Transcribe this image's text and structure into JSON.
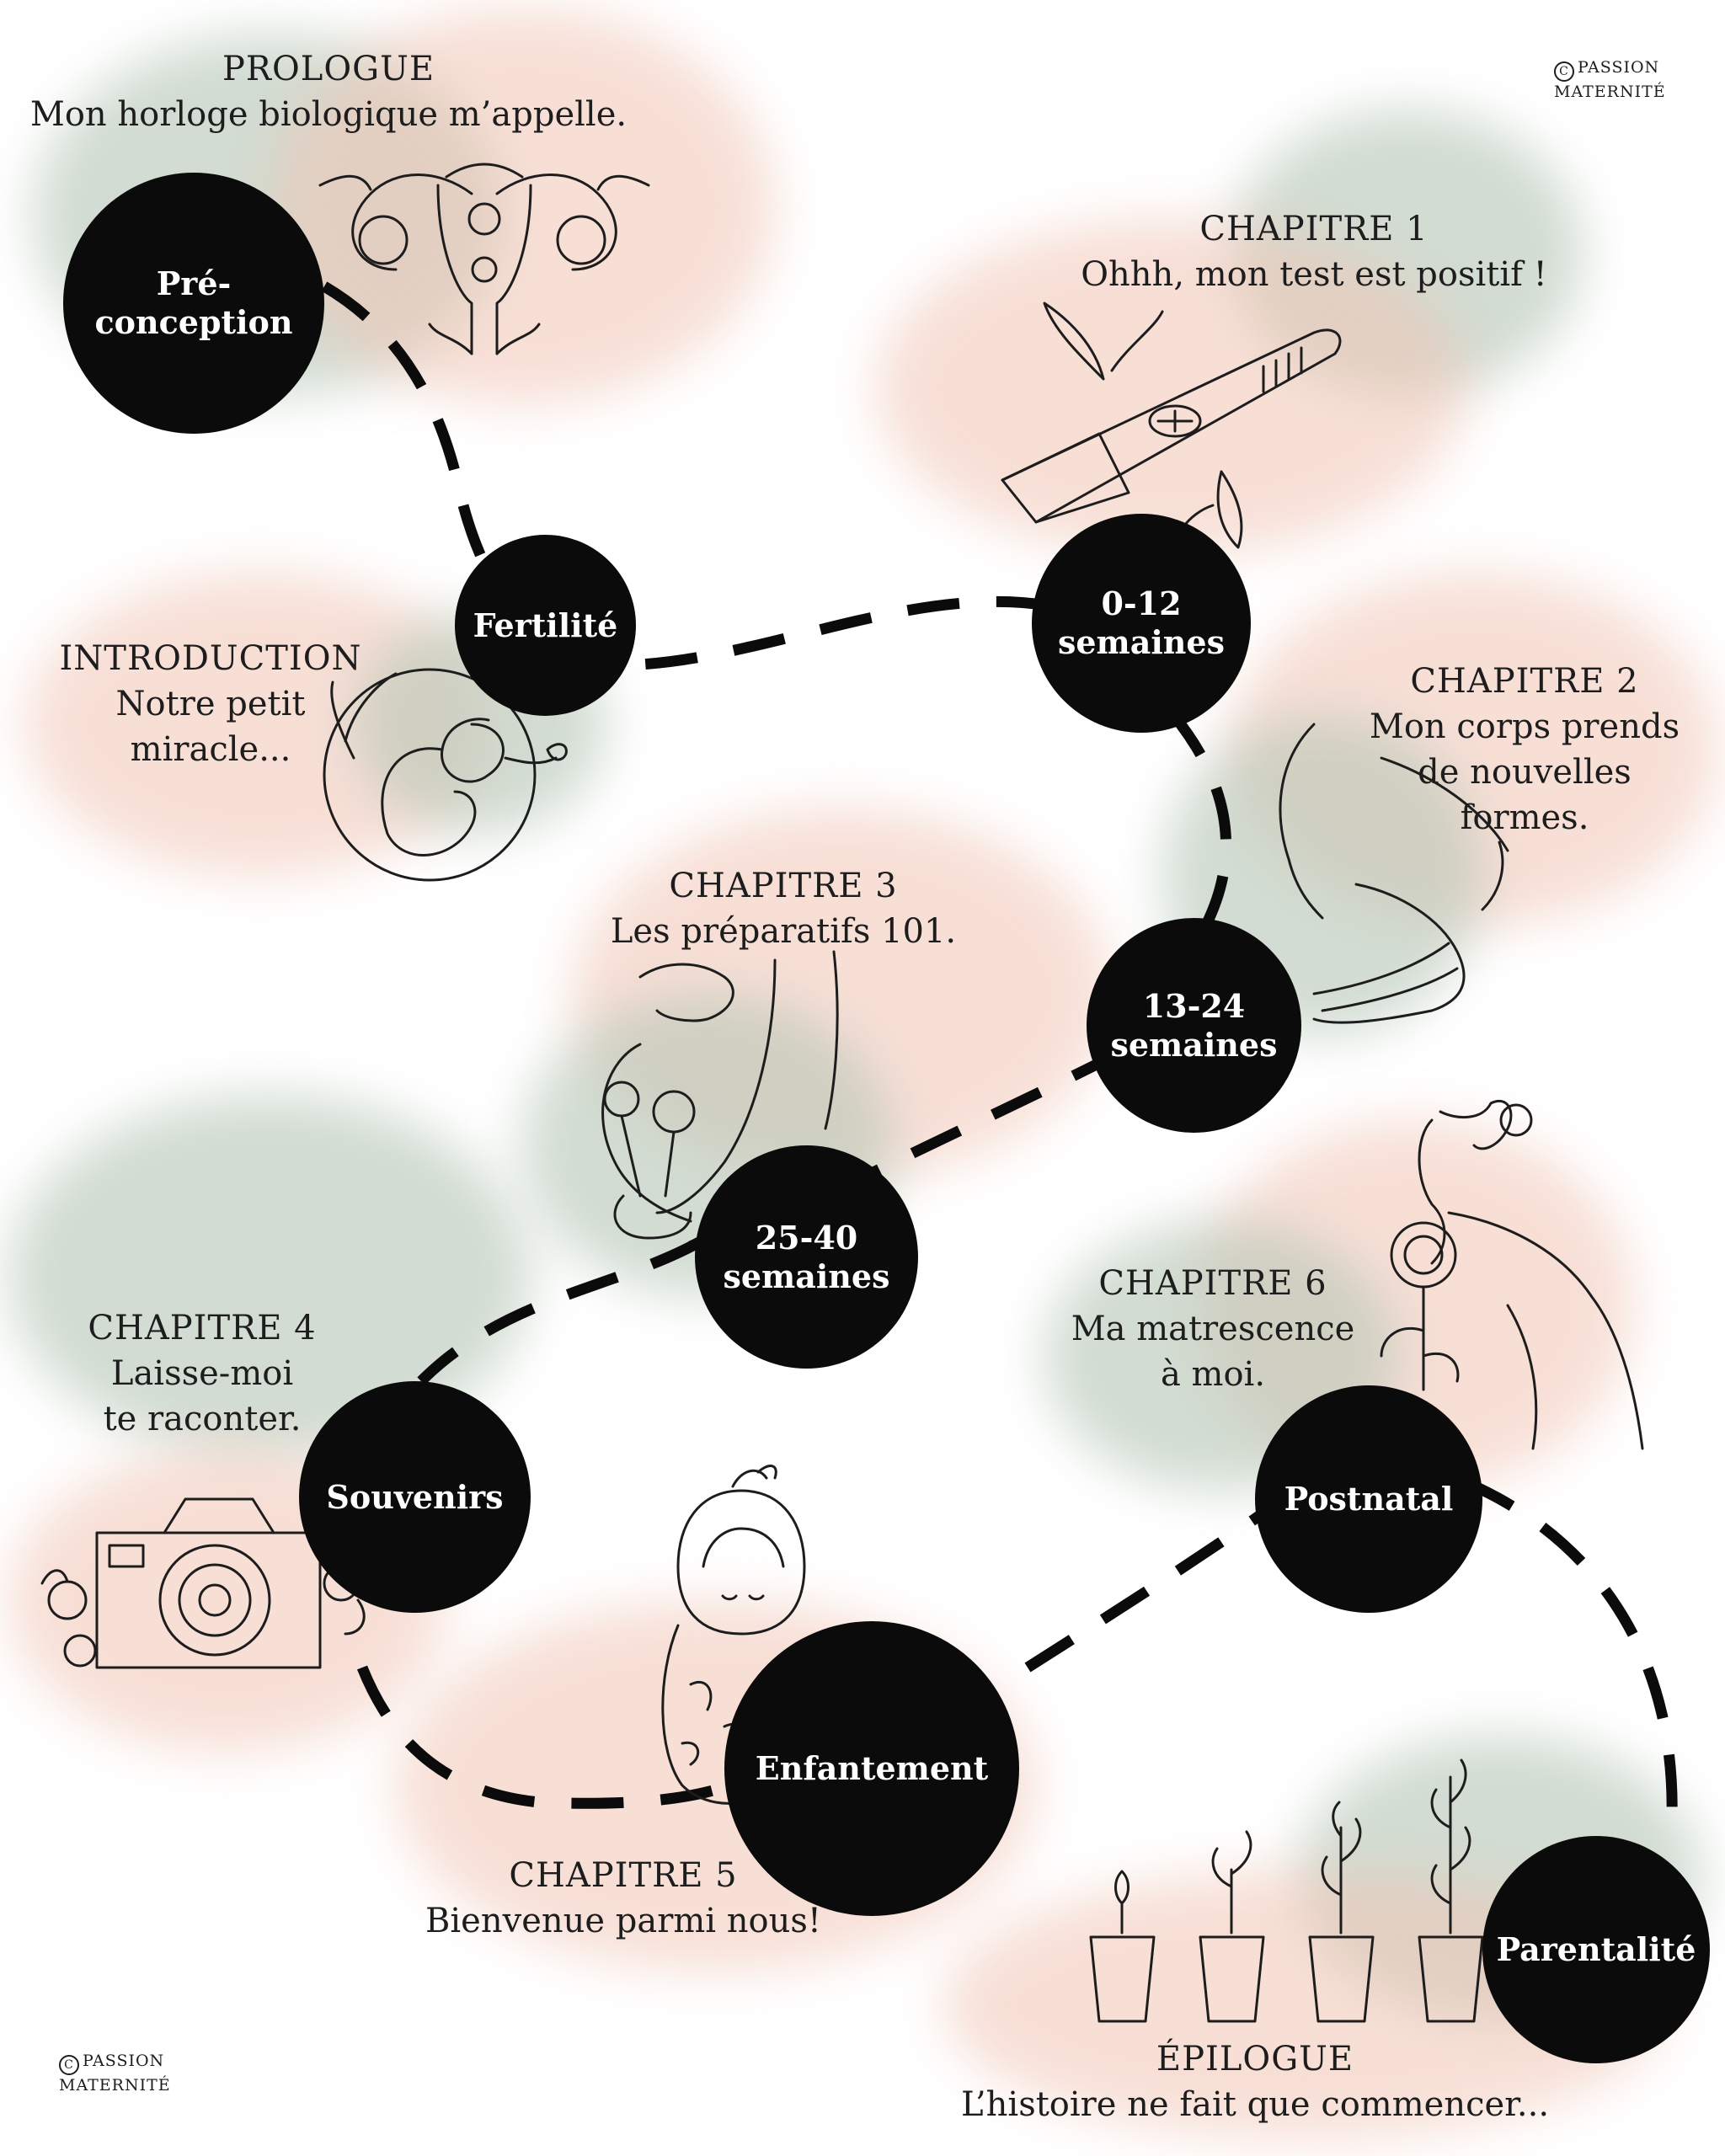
{
  "brand": {
    "symbol": "C",
    "line1": "PASSION",
    "line2": "MATERNITÉ"
  },
  "nodes": [
    {
      "label": "Pré-\nconception"
    },
    {
      "label": "Fertilité"
    },
    {
      "label": "0-12\nsemaines"
    },
    {
      "label": "13-24\nsemaines"
    },
    {
      "label": "25-40\nsemaines"
    },
    {
      "label": "Souvenirs"
    },
    {
      "label": "Enfantement"
    },
    {
      "label": "Postnatal"
    },
    {
      "label": "Parentalité"
    }
  ],
  "chapters": [
    {
      "heading": "PROLOGUE",
      "text": "Mon horloge biologique m’appelle."
    },
    {
      "heading": "INTRODUCTION",
      "text": "Notre petit\nmiracle..."
    },
    {
      "heading": "CHAPITRE 1",
      "text": "Ohhh, mon test est positif !"
    },
    {
      "heading": "CHAPITRE 2",
      "text": "Mon corps prends\nde nouvelles\nformes."
    },
    {
      "heading": "CHAPITRE 3",
      "text": "Les préparatifs 101."
    },
    {
      "heading": "CHAPITRE 4",
      "text": "Laisse-moi\nte raconter."
    },
    {
      "heading": "CHAPITRE 5",
      "text": "Bienvenue parmi nous!"
    },
    {
      "heading": "CHAPITRE 6",
      "text": "Ma matrescence\nà moi."
    },
    {
      "heading": "ÉPILOGUE",
      "text": "L’histoire ne fait que commencer..."
    }
  ],
  "illustrations": [
    "uterus-flower-icon",
    "fetus-circle-icon",
    "pregnancy-test-icon",
    "hands-belly-icon",
    "belly-flowers-icon",
    "camera-flowers-icon",
    "swaddled-baby-icon",
    "mother-flower-icon",
    "seedling-pots-icon"
  ],
  "colors": {
    "ink": "#0b0b0b",
    "peach": "#f0c4b4",
    "sage": "#b6c6b6",
    "background": "#ffffff"
  }
}
